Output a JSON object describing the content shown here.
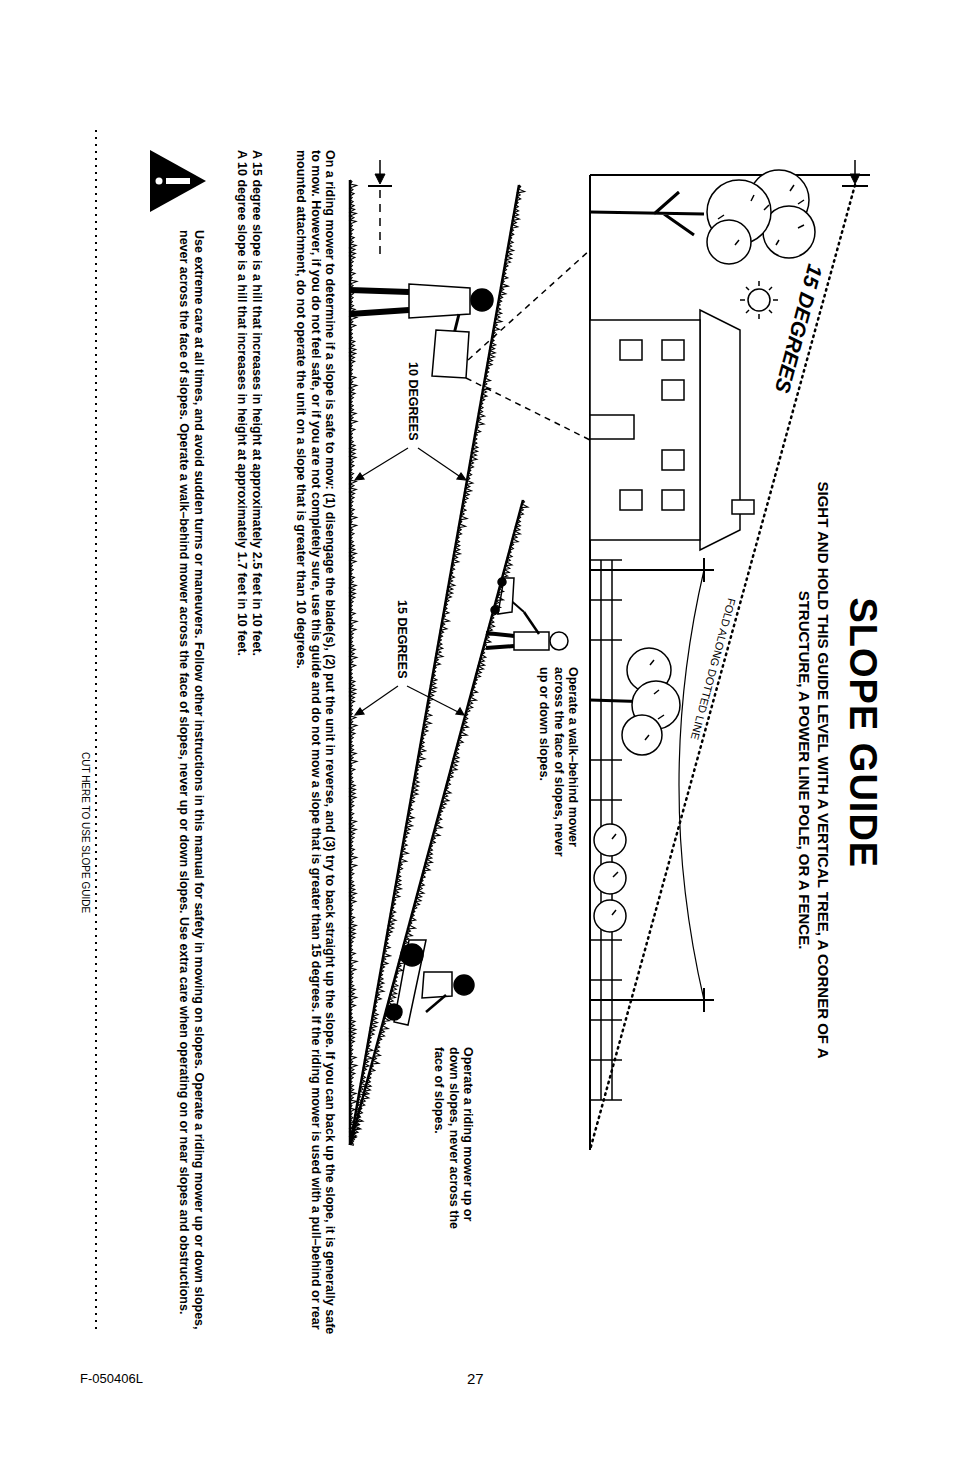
{
  "diagram": {
    "title": "SLOPE GUIDE",
    "labels": [
      "SIGHT AND HOLD THIS GUIDE LEVEL WITH A VERTICAL TREE, A CORNER OF A STRUCTURE, A POWER LINE POLE, OR A FENCE.",
      "15 DEGREES",
      "FOLD ALONG DOTTED LINE",
      "Operate a walk–behind mower across the face of slopes, never up or down slopes.",
      "Operate a riding mower up or down slopes, never across the face of slopes.",
      "10 DEGREES",
      "15 DEGREES",
      "On a riding mower to determine if a slope is safe to mow: (1) disengage the blade(s), (2) put the unit in reverse, and (3) try to back straight up the slope. If you can back up the slope, it is generally safe to mow. However, if you do not feel safe, or if you are not completely sure, use this guide and do not mow a slope that is greater than 15 degrees. If the riding mower is used with a pull–behind or rear mounted attachment, do not operate the unit on a slope that is greater than 10 degrees.",
      "A 15 degree slope is a hill that increases in height at approximately 2.5 feet in 10 feet.",
      "A 10 degree slope is a hill that increases in height at approximately 1.7 feet in 10 feet.",
      "Use extreme care at all times, and avoid sudden turns or maneuvers. Follow other instructions in this manual for safety in mowing on slopes. Operate a riding mower up or down slopes, never across the face of slopes. Operate a walk–behind mower across the face of slopes, never up or down slopes. Use extra care when operating on or near slopes and obstructions.",
      "CUT HERE TO USE SLOPE GUIDE",
      "27",
      "F-050406L"
    ]
  }
}
